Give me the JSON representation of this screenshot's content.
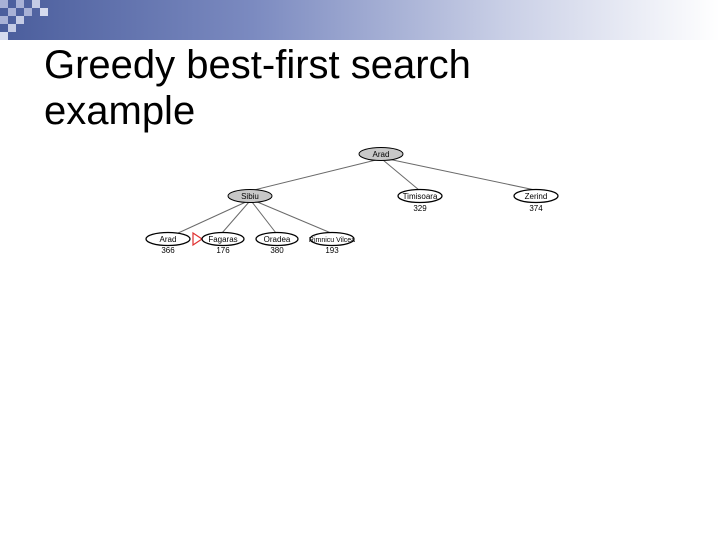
{
  "slide": {
    "title_line1": "Greedy best-first search",
    "title_line2": "example"
  },
  "tree": {
    "root": {
      "label": "Arad"
    },
    "level1": [
      {
        "label": "Sibiu",
        "h": ""
      },
      {
        "label": "Timisoara",
        "h": "329"
      },
      {
        "label": "Zerind",
        "h": "374"
      }
    ],
    "level2": [
      {
        "label": "Arad",
        "h": "366"
      },
      {
        "label": "Fagaras",
        "h": "176"
      },
      {
        "label": "Oradea",
        "h": "380"
      },
      {
        "label": "Rimnicu Vilcea",
        "h": "193"
      }
    ],
    "colors": {
      "expanded_fill": "#c8c8c8",
      "frontier_fill": "#ffffff",
      "outline": "#000000",
      "selection_marker": "#e03030",
      "band_start": "#4a5d9c"
    }
  }
}
